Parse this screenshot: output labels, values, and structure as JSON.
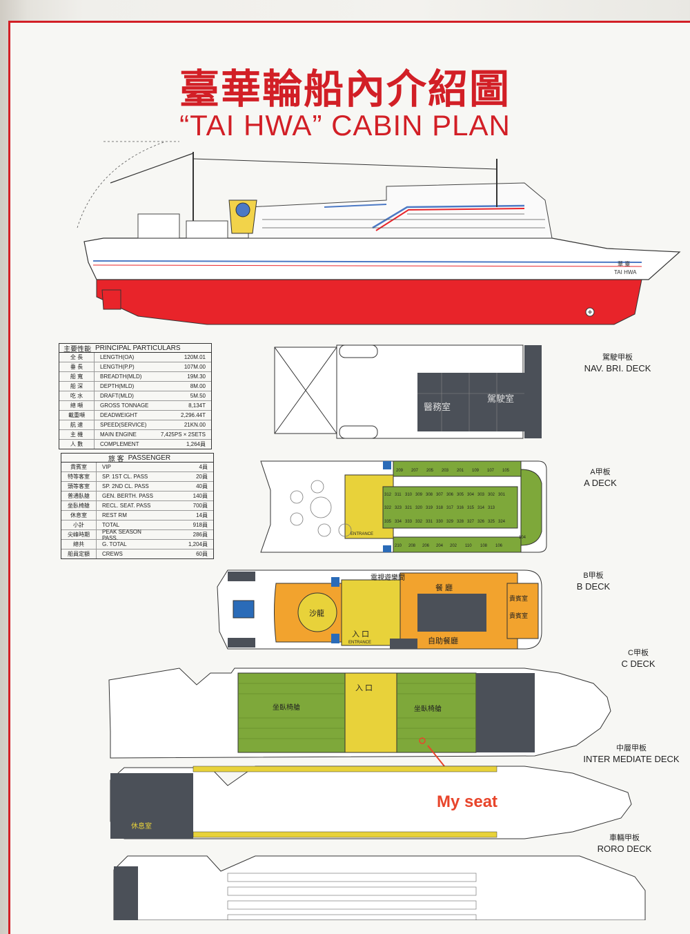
{
  "title": {
    "chinese": "臺華輪船內介紹圖",
    "english": "“TAI HWA” CABIN PLAN"
  },
  "ship": {
    "name_label": "TAI HWA",
    "name_zh": "華 臺"
  },
  "principal_particulars": {
    "header_zh": "主要性能",
    "header_en": "PRINCIPAL PARTICULARS",
    "rows": [
      {
        "zh": "全 長",
        "en": "LENGTH(OA)",
        "value": "120M.01"
      },
      {
        "zh": "垂 長",
        "en": "LENGTH(P.P)",
        "value": "107M.00"
      },
      {
        "zh": "船 寬",
        "en": "BREADTH(MLD)",
        "value": "19M.30"
      },
      {
        "zh": "船 深",
        "en": "DEPTH(MLD)",
        "value": "8M.00"
      },
      {
        "zh": "吃 水",
        "en": "DRAFT(MLD)",
        "value": "5M.50"
      },
      {
        "zh": "總 噸",
        "en": "GROSS TONNAGE",
        "value": "8,134T"
      },
      {
        "zh": "載重噸",
        "en": "DEADWEIGHT",
        "value": "2,296.44T"
      },
      {
        "zh": "航 速",
        "en": "SPEED(SERVICE)",
        "value": "21KN.00"
      },
      {
        "zh": "主 機",
        "en": "MAIN ENGINE",
        "value": "7,425PS × 2SETS"
      },
      {
        "zh": "人 數",
        "en": "COMPLEMENT",
        "value": "1,264員"
      }
    ]
  },
  "passenger": {
    "header_zh": "旅 客",
    "header_en": "PASSENGER",
    "rows": [
      {
        "zh": "貴賓室",
        "en": "VIP",
        "value": "4員"
      },
      {
        "zh": "特等客室",
        "en": "SP. 1ST CL. PASS",
        "value": "20員"
      },
      {
        "zh": "頭等客室",
        "en": "SP. 2ND CL. PASS",
        "value": "40員"
      },
      {
        "zh": "普通臥艙",
        "en": "GEN. BERTH. PASS",
        "value": "140員"
      },
      {
        "zh": "坐臥椅艙",
        "en": "RECL. SEAT. PASS",
        "value": "700員"
      },
      {
        "zh": "休息室",
        "en": "REST RM",
        "value": "14員"
      },
      {
        "zh": "小計",
        "en": "TOTAL",
        "value": "918員"
      },
      {
        "zh": "尖峰時期",
        "en": "PEAK SEASON PASS.",
        "value": "286員"
      },
      {
        "zh": "總共",
        "en": "G. TOTAL",
        "value": "1,204員"
      },
      {
        "zh": "船員定額",
        "en": "CREWS",
        "value": "60員"
      }
    ]
  },
  "decks": [
    {
      "zh": "駕駛甲板",
      "en": "NAV. BRI. DECK"
    },
    {
      "zh": "A甲板",
      "en": "A DECK"
    },
    {
      "zh": "B甲板",
      "en": "B DECK"
    },
    {
      "zh": "C甲板",
      "en": "C DECK"
    },
    {
      "zh": "中層甲板",
      "en": "INTER MEDIATE DECK"
    },
    {
      "zh": "車輛甲板",
      "en": "RORO DECK"
    }
  ],
  "rooms": {
    "hospital": "醫務室",
    "wheel_house": "駕駛室",
    "entrance": "ENTRANCE",
    "saloon": "沙龍",
    "video_game": "電視遊樂間",
    "restaurant": "餐 廳",
    "cafeteria": "自助餐廳",
    "vip_room": "貴賓室",
    "entrance_zh": "入 口",
    "recl_seat": "坐臥椅艙",
    "rest_room": "休息室"
  },
  "cabins": {
    "a_top": [
      "209",
      "207",
      "205",
      "203",
      "201",
      "109",
      "107",
      "105"
    ],
    "a_mid1": [
      "312",
      "311",
      "310",
      "309",
      "308",
      "307",
      "306",
      "305",
      "304",
      "303",
      "302",
      "301"
    ],
    "a_mid2": [
      "322",
      "323",
      "321",
      "320",
      "319",
      "318",
      "317",
      "316",
      "315",
      "314",
      "313"
    ],
    "a_mid3": [
      "335",
      "334",
      "333",
      "332",
      "331",
      "330",
      "329",
      "328",
      "327",
      "326",
      "325",
      "324"
    ],
    "a_bot": [
      "210",
      "208",
      "206",
      "204",
      "202",
      "110",
      "108",
      "106",
      "104"
    ]
  },
  "annotation": "My seat",
  "colors": {
    "accent_red": "#d21f26",
    "hull_red": "#e8242a",
    "green_deck": "#7ea83a",
    "yellow_deck": "#e8d23a",
    "orange_deck": "#f2a32e",
    "dark_grey": "#4b5058",
    "annotation_red": "#e8452b"
  }
}
